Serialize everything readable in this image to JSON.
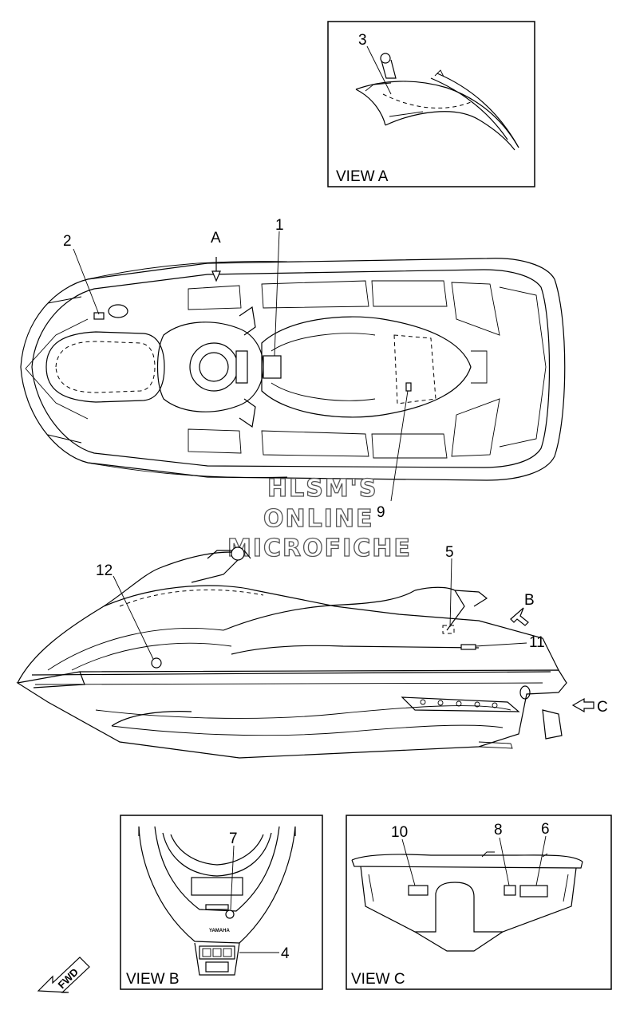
{
  "views": {
    "a": "VIEW A",
    "b": "VIEW B",
    "c": "VIEW C"
  },
  "callouts": {
    "n1": "1",
    "n2": "2",
    "n3": "3",
    "n4": "4",
    "n5": "5",
    "n6": "6",
    "n7": "7",
    "n8": "8",
    "n9": "9",
    "n10": "10",
    "n11": "11",
    "n12": "12"
  },
  "direction_markers": {
    "a": "A",
    "b": "B",
    "c": "C",
    "fwd": "FWD"
  },
  "badge": {
    "brand": "YAMAHA"
  },
  "watermark": {
    "line1": "HLSM'S",
    "line2": "ONLINE",
    "line3": "MICROFICHE"
  }
}
